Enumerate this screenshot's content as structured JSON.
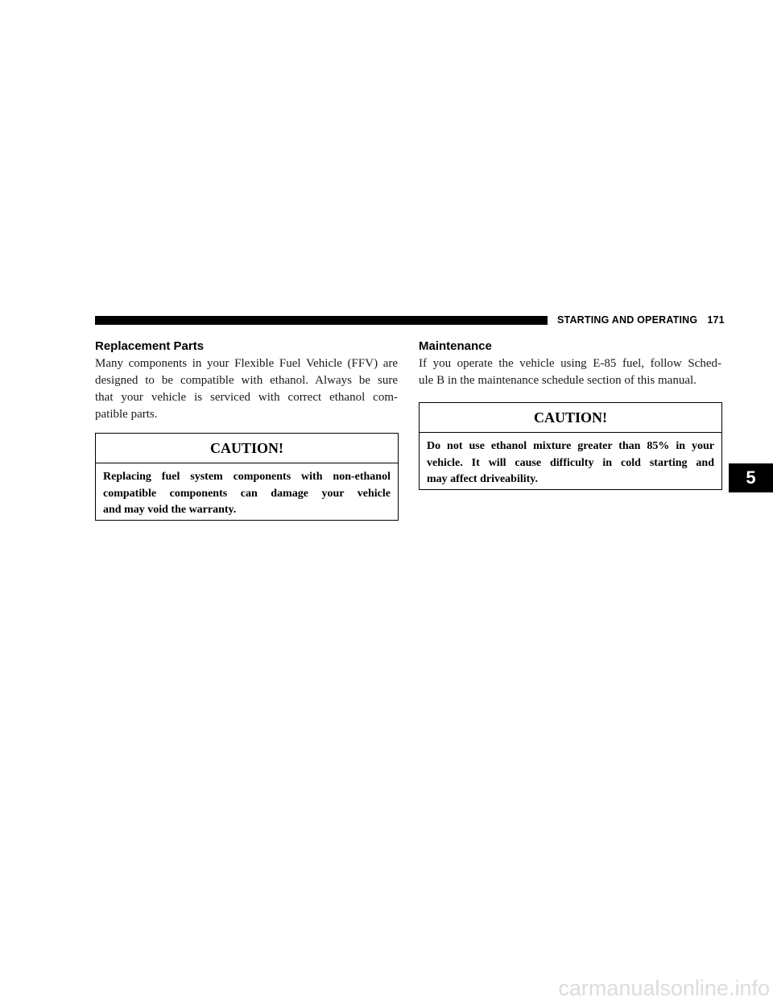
{
  "header": {
    "section_title": "STARTING AND OPERATING",
    "page_number": "171"
  },
  "left_column": {
    "heading": "Replacement Parts",
    "paragraph_lines": [
      "Many components in your Flexible Fuel Vehicle (FFV) are",
      "designed to be compatible with ethanol. Always be sure",
      "that your vehicle is serviced with correct ethanol com-",
      "patible parts."
    ],
    "caution": {
      "title": "CAUTION!",
      "lines": [
        "Replacing fuel system components with non-ethanol",
        "compatible components can damage your vehicle",
        "and may void the warranty."
      ]
    }
  },
  "right_column": {
    "heading": "Maintenance",
    "paragraph_lines": [
      "If you operate the vehicle using E-85 fuel, follow Sched-",
      "ule B in the maintenance schedule section of this manual."
    ],
    "caution": {
      "title": "CAUTION!",
      "lines": [
        "Do not use ethanol mixture greater than 85% in your",
        "vehicle. It will cause difficulty in cold starting and",
        "may affect driveability."
      ]
    }
  },
  "chapter_tab": "5",
  "watermark": "carmanualsonline.info"
}
